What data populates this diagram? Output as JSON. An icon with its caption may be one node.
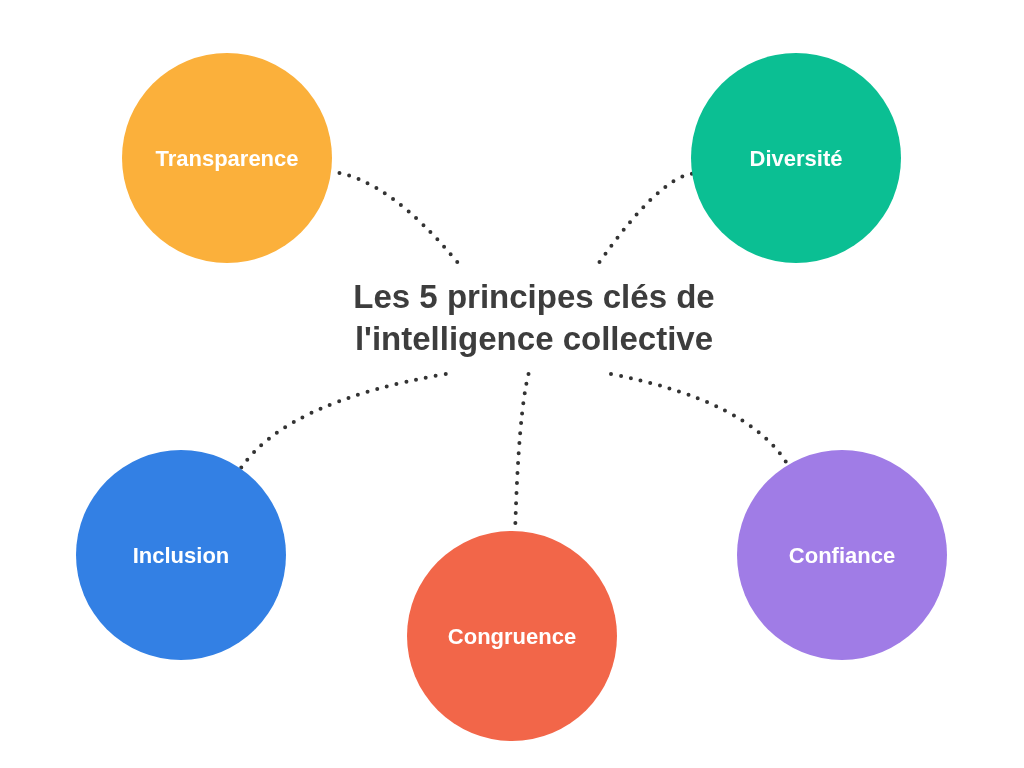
{
  "diagram": {
    "nodes": [
      {
        "text": [
          "Les 5 principes clés de l'intelligence collective"
        ]
      },
      {
        "text": [
          "Transparence"
        ]
      },
      {
        "text": [
          "Diversité"
        ]
      },
      {
        "text": [
          "Inclusion"
        ]
      },
      {
        "text": [
          "Congruence"
        ]
      },
      {
        "text": [
          "Confiance"
        ]
      }
    ],
    "edges": [
      {
        "from": 0,
        "to": 1,
        "arrow": "none",
        "style": "dashed"
      },
      {
        "from": 0,
        "to": 2,
        "arrow": "none",
        "style": "dashed"
      },
      {
        "from": 0,
        "to": 3,
        "arrow": "none",
        "style": "dashed"
      },
      {
        "from": 0,
        "to": 4,
        "arrow": "none",
        "style": "dashed"
      },
      {
        "from": 0,
        "to": 5,
        "arrow": "none",
        "style": "dashed"
      }
    ]
  }
}
